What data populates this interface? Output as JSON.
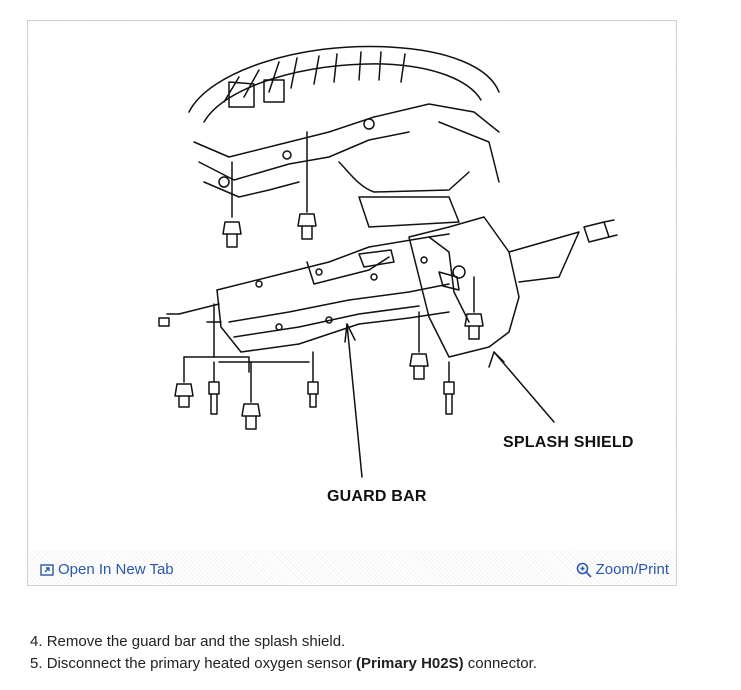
{
  "figure": {
    "labels": {
      "guard_bar": "GUARD BAR",
      "splash_shield": "SPLASH SHIELD"
    },
    "open_tab_label": "Open In New Tab",
    "zoom_label": "Zoom/Print",
    "link_color": "#2a58a8"
  },
  "steps": [
    {
      "number": "4.",
      "text": "Remove the guard bar and the splash shield."
    },
    {
      "number": "5.",
      "text_before": "Disconnect the primary heated oxygen sensor ",
      "bold": "(Primary H02S)",
      "text_after": " connector."
    }
  ]
}
